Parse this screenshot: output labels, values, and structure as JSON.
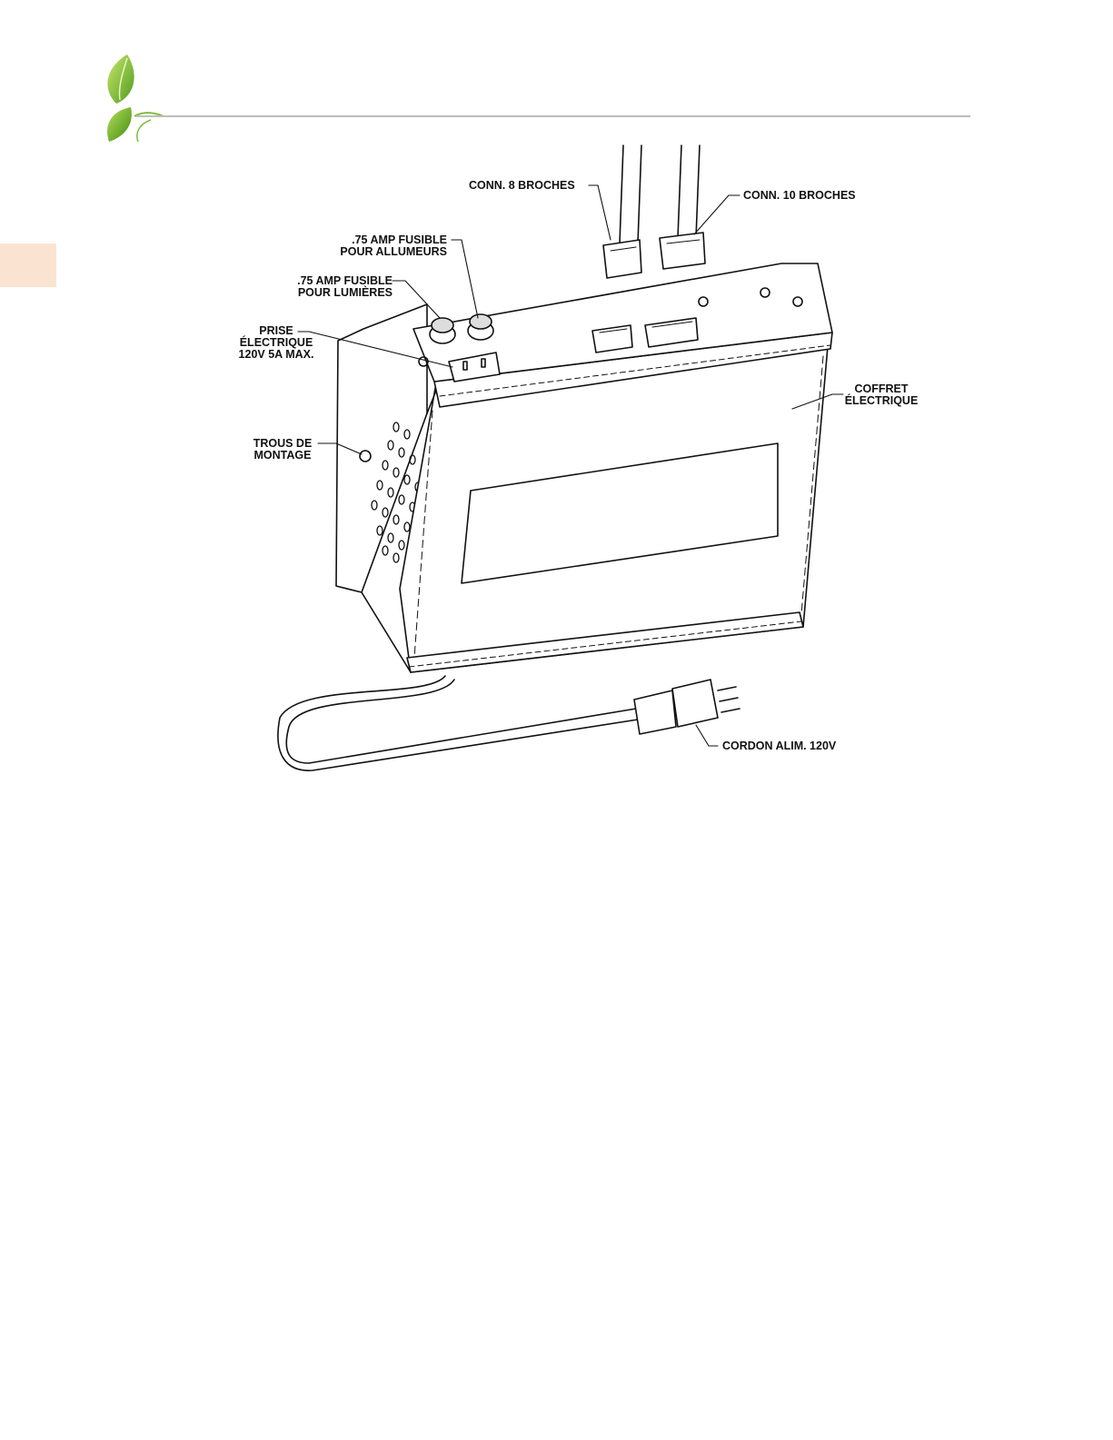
{
  "header": {
    "logo_icon": "leaf-sprig-icon",
    "accent_tab_color": "#fbe3d2",
    "rule_color": "#bdbdbd"
  },
  "diagram": {
    "labels": {
      "conn8": "CONN. 8 BROCHES",
      "conn10": "CONN. 10 BROCHES",
      "fuse_igniters": [
        ".75 AMP FUSIBLE",
        "POUR ALLUMEURS"
      ],
      "fuse_lights": [
        ".75 AMP FUSIBLE",
        "POUR LUMIÈRES"
      ],
      "outlet": [
        "PRISE",
        "ÉLECTRIQUE",
        "120V 5A MAX."
      ],
      "mounting_holes": [
        "TROUS DE",
        "MONTAGE"
      ],
      "box": [
        "COFFRET",
        "ÉLECTRIQUE"
      ],
      "power_cord": "CORDON ALIM. 120V"
    }
  }
}
